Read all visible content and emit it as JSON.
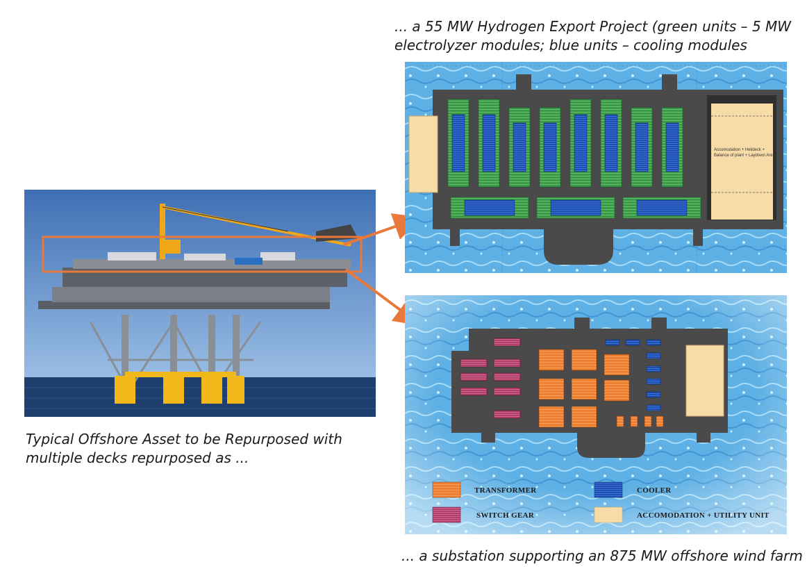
{
  "captions": {
    "hydrogen_line1": "... a 55 MW Hydrogen Export Project (green units – 5 MW",
    "hydrogen_line2": "electrolyzer modules; blue units – cooling modules",
    "asset_line1": "Typical Offshore Asset to be Repurposed with",
    "asset_line2": "multiple decks repurposed as ...",
    "substation": "... a substation supporting an 875 MW offshore wind farm"
  },
  "hydrogen_plan": {
    "area_label_line1": "Accomodation + Helideck +",
    "area_label_line2": "Balance of plant + Laydown Area",
    "electrolyzer_count": 8,
    "long_module_count": 3
  },
  "substation_plan": {
    "legend": {
      "transformer": "TRANSFORMER",
      "switch_gear": "SWITCH GEAR",
      "cooler": "COOLER",
      "accommodation": "ACCOMODATION + UTILITY UNIT"
    }
  },
  "colors": {
    "arrow": "#e8793a",
    "highlight_box": "#e8793a",
    "deck": "#4a4a4a",
    "electrolyzer_green": "#3a9a4a",
    "cooling_blue": "#1f4fb0",
    "transformer": "#f08030",
    "switch_gear": "#b0406a",
    "accommodation": "#f7dca8",
    "sea": "#6cb6e6"
  }
}
